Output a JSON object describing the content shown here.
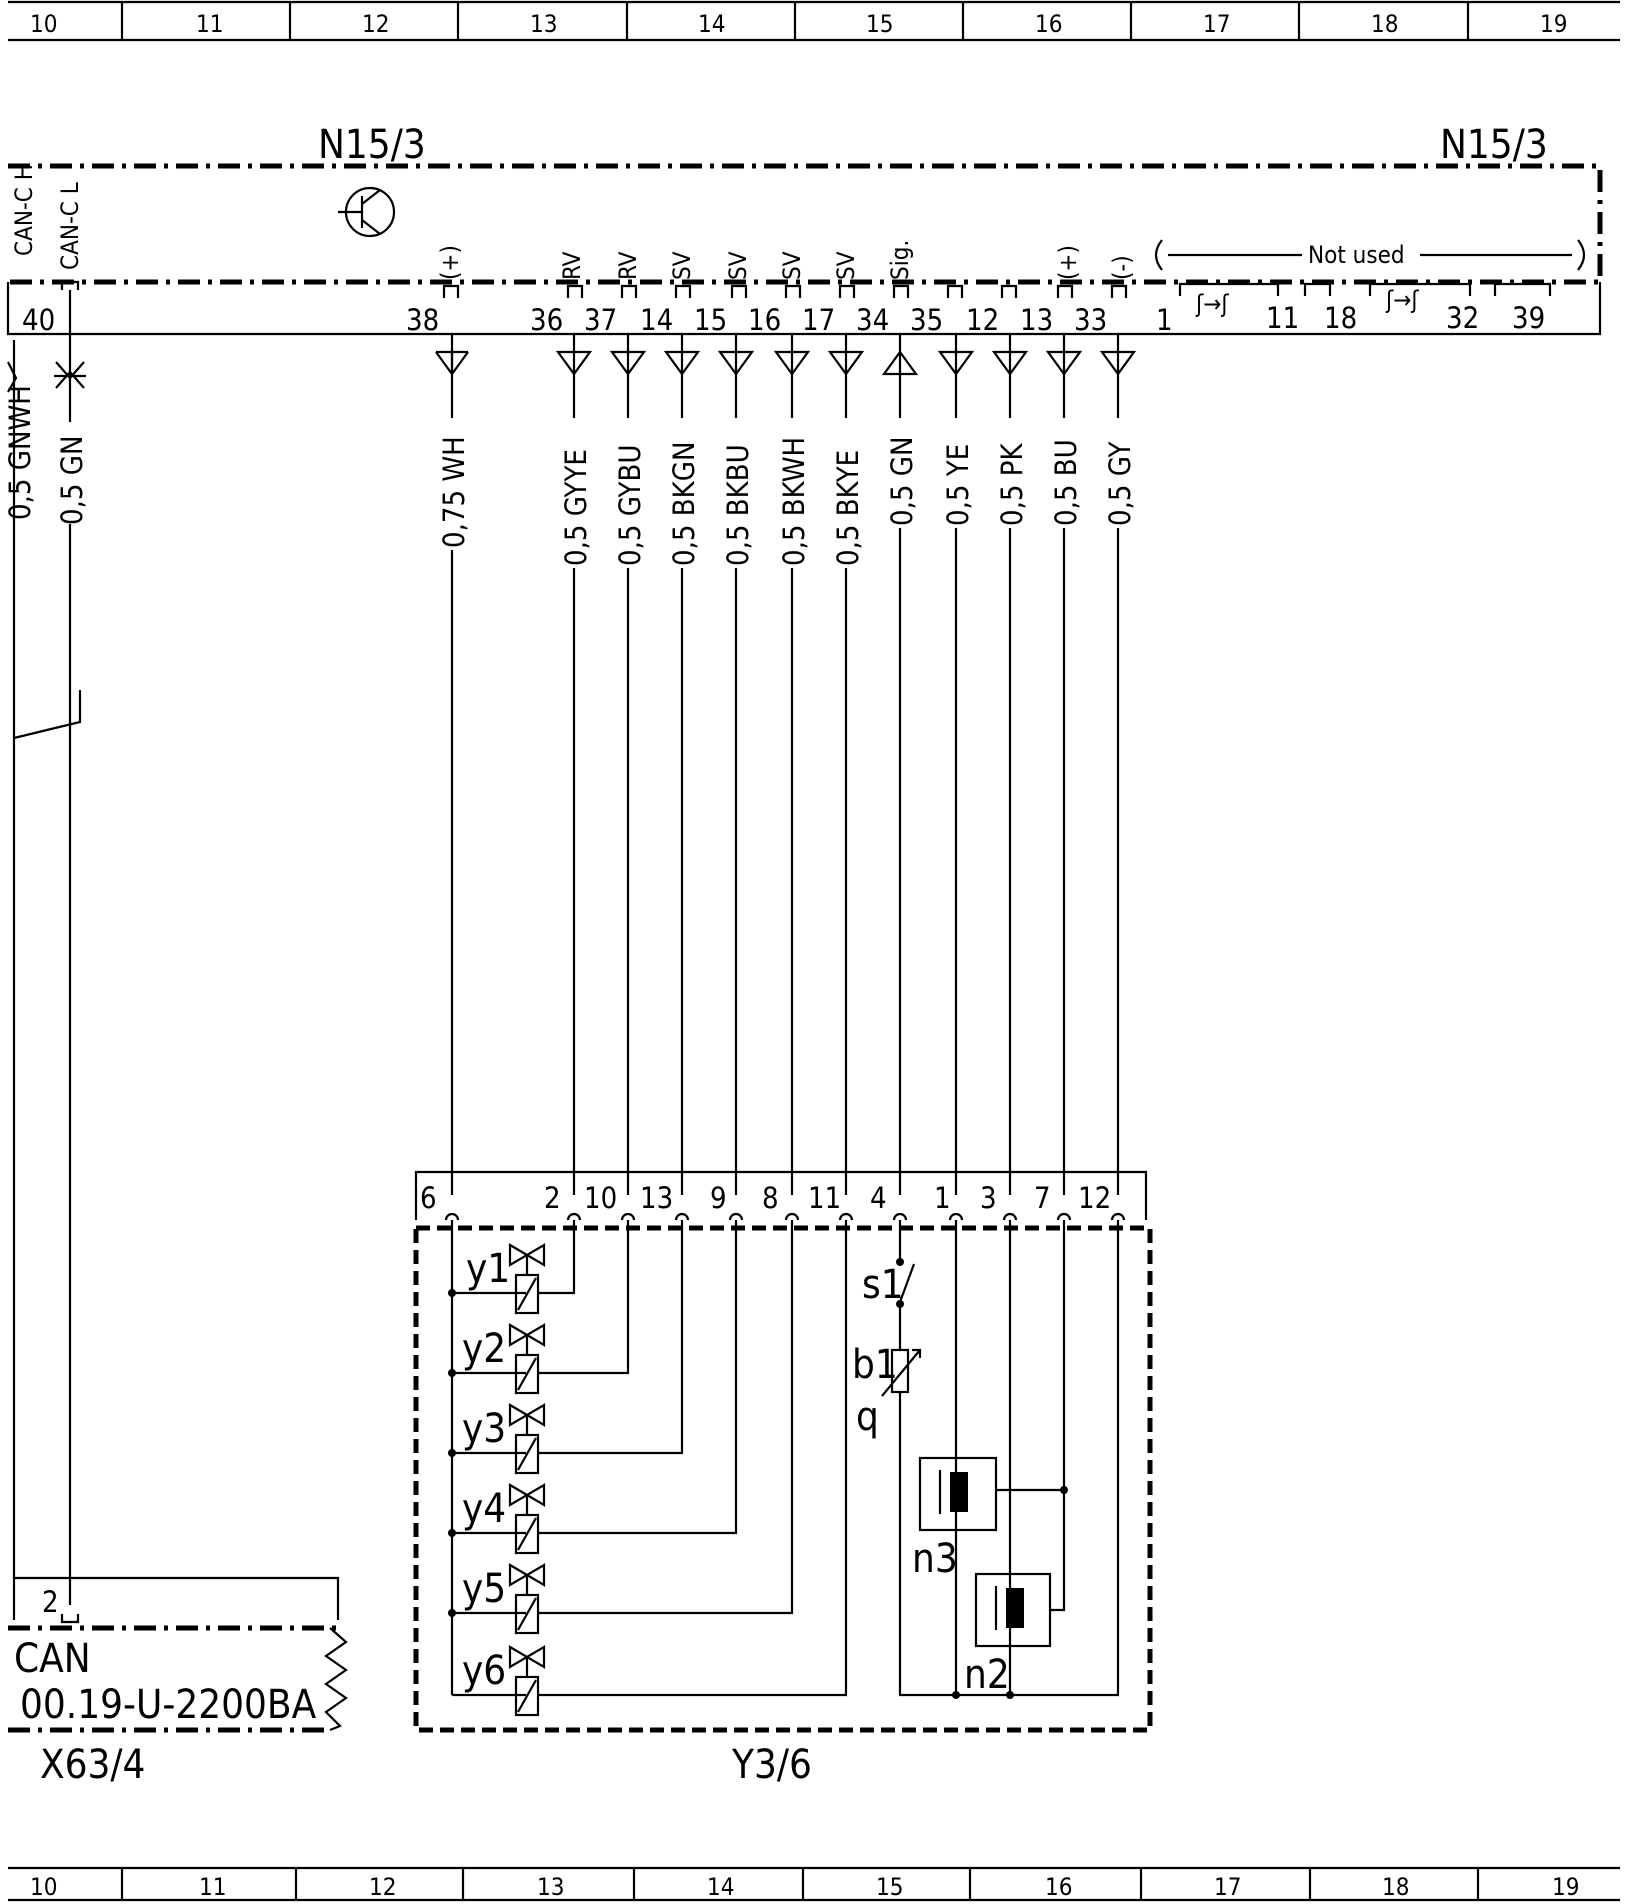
{
  "grid": {
    "columns": [
      "10",
      "11",
      "12",
      "13",
      "14",
      "15",
      "16",
      "17",
      "18",
      "19"
    ]
  },
  "components": {
    "ecu_label_left": "N15/3",
    "ecu_label_right": "N15/3",
    "valve_block": "Y3/6",
    "connector": "X63/4",
    "connector_can": "CAN",
    "connector_ref": "00.19-U-2200BA",
    "connector_pin": "2",
    "not_used": "Not used"
  },
  "left_partial": {
    "signal_top": "CAN-C H",
    "signal": "CAN-C L",
    "pin": "40",
    "wire_cut": "0,5 GNWH",
    "wire": "0,5 GN"
  },
  "pins": [
    {
      "ecu_pin": "38",
      "sig": "(+)",
      "wire": "0,75 WH",
      "valve_pin": "6"
    },
    {
      "ecu_pin": "36",
      "sig": "",
      "wire": "",
      "valve_pin": ""
    },
    {
      "ecu_pin": "37",
      "sig": "RV",
      "wire": "0,5 GYYE",
      "valve_pin": "2"
    },
    {
      "ecu_pin": "14",
      "sig": "RV",
      "wire": "0,5 GYBU",
      "valve_pin": "10"
    },
    {
      "ecu_pin": "15",
      "sig": "SV",
      "wire": "0,5 BKGN",
      "valve_pin": "13"
    },
    {
      "ecu_pin": "16",
      "sig": "SV",
      "wire": "0,5 BKBU",
      "valve_pin": "9"
    },
    {
      "ecu_pin": "17",
      "sig": "SV",
      "wire": "0,5 BKWH",
      "valve_pin": "8"
    },
    {
      "ecu_pin": "34",
      "sig": "SV",
      "wire": "0,5 BKYE",
      "valve_pin": "11"
    },
    {
      "ecu_pin": "35",
      "sig": "Sig.",
      "wire": "0,5 GN",
      "valve_pin": "4"
    },
    {
      "ecu_pin": "12",
      "sig": "",
      "wire": "0,5 YE",
      "valve_pin": "1"
    },
    {
      "ecu_pin": "13",
      "sig": "",
      "wire": "0,5 PK",
      "valve_pin": "3"
    },
    {
      "ecu_pin": "33",
      "sig": "(+)",
      "wire": "0,5 BU",
      "valve_pin": "7"
    },
    {
      "ecu_pin": "1",
      "sig": "(-)",
      "wire": "0,5 GY",
      "valve_pin": "12"
    }
  ],
  "unused_pins": [
    "11",
    "18",
    "32",
    "39"
  ],
  "internal": {
    "valves": [
      "y1",
      "y2",
      "y3",
      "y4",
      "y5",
      "y6"
    ],
    "switch": "s1",
    "sensor": "b1",
    "sensor_sym": "q",
    "hall_upper": "n3",
    "hall_lower": "n2"
  }
}
